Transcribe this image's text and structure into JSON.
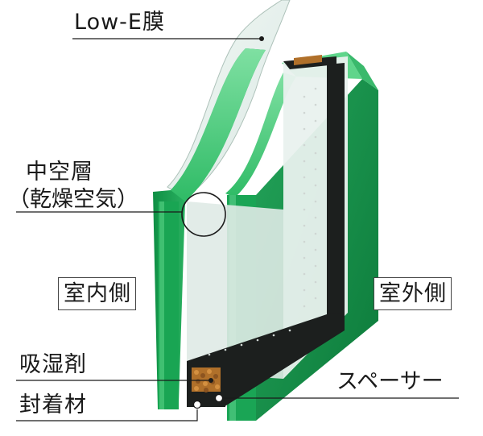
{
  "labels": {
    "low_e": "Low-E膜",
    "hollow_line1": "中空層",
    "hollow_line2": "（乾燥空気）",
    "indoor": "室内側",
    "outdoor": "室外側",
    "desiccant": "吸湿剤",
    "sealant": "封着材",
    "spacer": "スペーサー"
  },
  "colors": {
    "glass_green": "#1fae5c",
    "glass_green_light": "#5fd58b",
    "spacer_dark": "#1c1f1e",
    "desiccant_brown": "#b0702a",
    "leader_line": "#1a1a1a"
  }
}
